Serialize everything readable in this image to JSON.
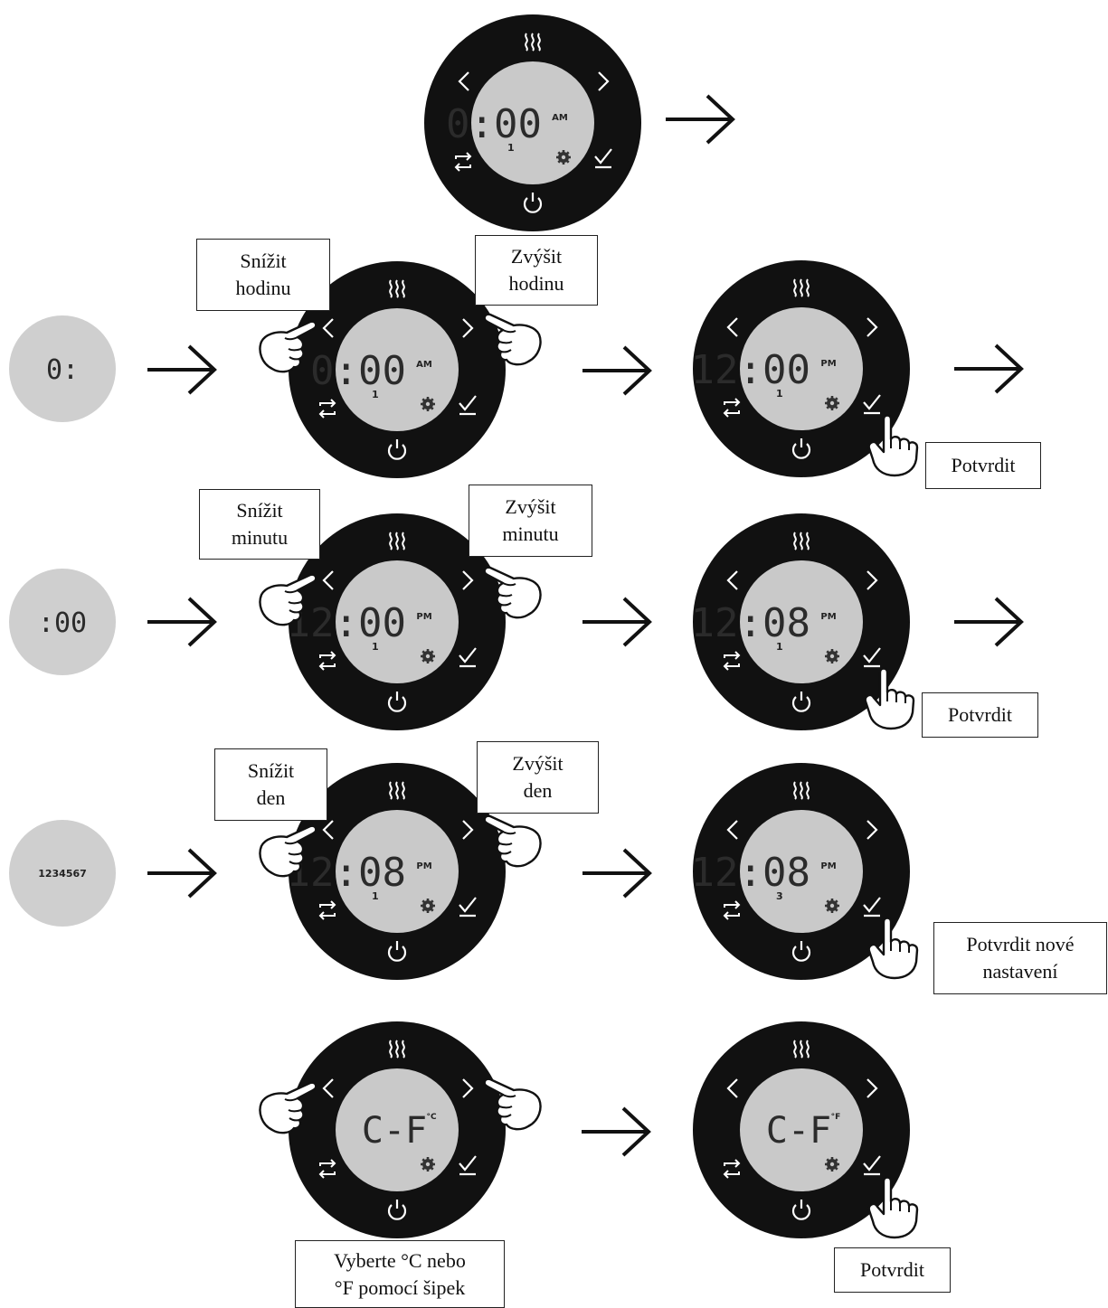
{
  "panels": {
    "initial": {
      "time": "0:00",
      "ampm": "AM",
      "day": "1"
    },
    "hour_before": {
      "time": "0:00",
      "ampm": "AM",
      "day": "1"
    },
    "hour_after": {
      "time": "12:00",
      "ampm": "PM",
      "day": "1"
    },
    "minute_before": {
      "time": "12:00",
      "ampm": "PM",
      "day": "1"
    },
    "minute_after": {
      "time": "12:08",
      "ampm": "PM",
      "day": "1"
    },
    "day_before": {
      "time": "12:08",
      "ampm": "PM",
      "day": "1"
    },
    "day_after": {
      "time": "12:08",
      "ampm": "PM",
      "day": "3"
    },
    "unit_before": {
      "text": "C-F",
      "unit": "°C"
    },
    "unit_after": {
      "text": "C-F",
      "unit": "°F"
    }
  },
  "indicators": {
    "hour": "0:",
    "minute": ":00",
    "day": "1234567"
  },
  "labels": {
    "decrease_hour": [
      "Snížit",
      "hodinu"
    ],
    "increase_hour": [
      "Zvýšit",
      "hodinu"
    ],
    "confirm_1": "Potvrdit",
    "decrease_minute": [
      "Snížit",
      "minutu"
    ],
    "increase_minute": [
      "Zvýšit",
      "minutu"
    ],
    "confirm_2": "Potvrdit",
    "decrease_day": [
      "Snížit",
      "den"
    ],
    "increase_day": [
      "Zvýšit",
      "den"
    ],
    "confirm_new": [
      "Potvrdit nové",
      "nastavení"
    ],
    "select_unit": [
      "Vyberte °C nebo",
      "°F pomocí šipek"
    ],
    "confirm_3": "Potvrdit"
  },
  "icons": {
    "heat": "heat-waves-icon",
    "left": "chevron-left-icon",
    "right": "chevron-right-icon",
    "mode": "mode-cycle-icon",
    "settings": "gear-icon",
    "confirm": "checkmark-icon",
    "power": "power-icon",
    "hand": "pointing-hand-icon",
    "arrow": "arrow-right-icon"
  },
  "colors": {
    "bezel": "#111111",
    "lcd": "#c9c9c9",
    "indicator": "#cfcfcf",
    "icon": "#ffffff",
    "text": "#2b2b2b"
  }
}
